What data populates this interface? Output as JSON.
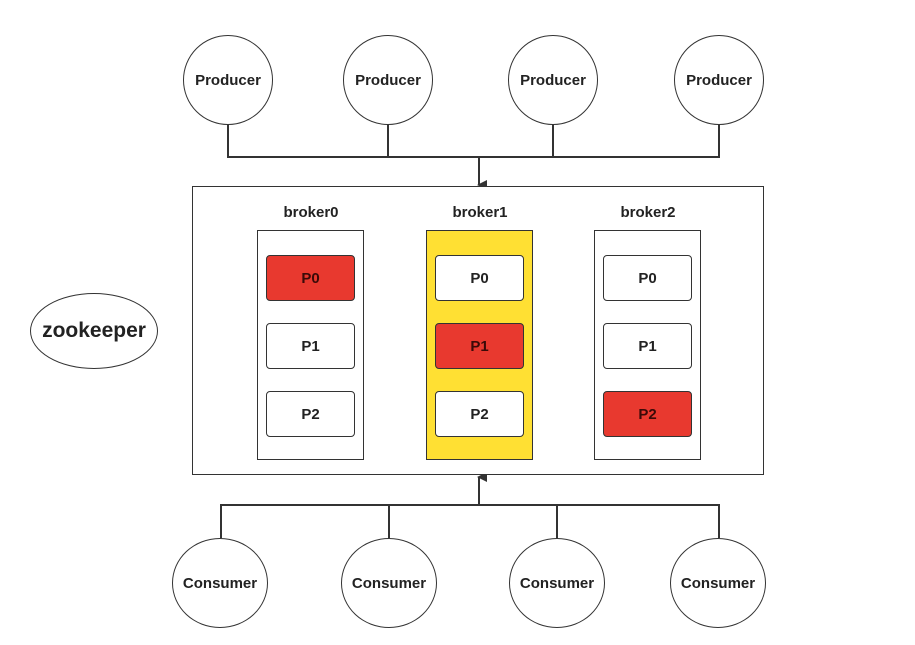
{
  "producers": [
    {
      "label": "Producer"
    },
    {
      "label": "Producer"
    },
    {
      "label": "Producer"
    },
    {
      "label": "Producer"
    }
  ],
  "zookeeper": {
    "label": "zookeeper"
  },
  "brokers": [
    {
      "label": "broker0",
      "highlighted": false,
      "partitions": [
        {
          "label": "P0",
          "leader": true
        },
        {
          "label": "P1",
          "leader": false
        },
        {
          "label": "P2",
          "leader": false
        }
      ]
    },
    {
      "label": "broker1",
      "highlighted": true,
      "partitions": [
        {
          "label": "P0",
          "leader": false
        },
        {
          "label": "P1",
          "leader": true
        },
        {
          "label": "P2",
          "leader": false
        }
      ]
    },
    {
      "label": "broker2",
      "highlighted": false,
      "partitions": [
        {
          "label": "P0",
          "leader": false
        },
        {
          "label": "P1",
          "leader": false
        },
        {
          "label": "P2",
          "leader": true
        }
      ]
    }
  ],
  "consumers": [
    {
      "label": "Consumer"
    },
    {
      "label": "Consumer"
    },
    {
      "label": "Consumer"
    },
    {
      "label": "Consumer"
    }
  ],
  "colors": {
    "leader_partition": "#e8392f",
    "highlighted_broker": "#ffe033",
    "stroke": "#333333"
  }
}
